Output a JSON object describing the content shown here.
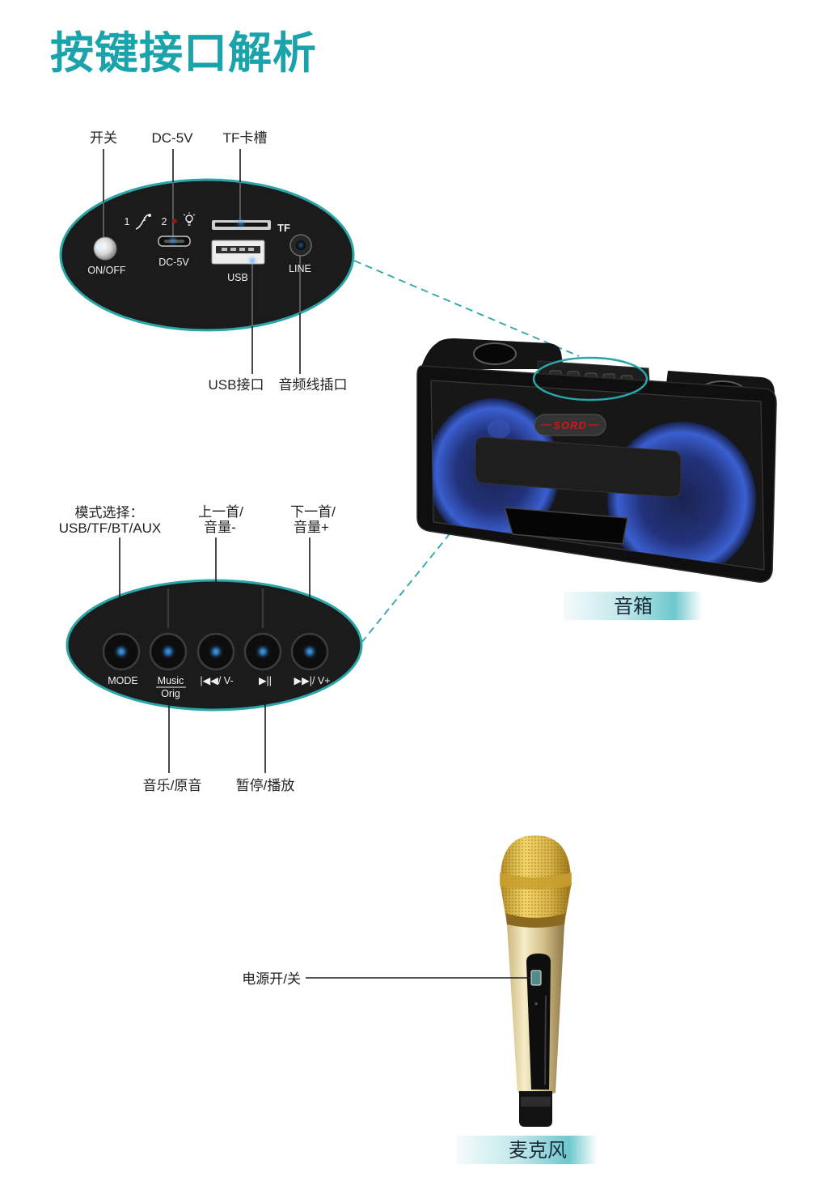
{
  "title": "按键接口解析",
  "colors": {
    "accent": "#1aa3aa",
    "panel": "#1b1b1b",
    "panel_border": "#2aa5a8",
    "leader": "#1a1a1a",
    "indicator_blue": "#3aa0ff",
    "speaker_blue": "#3a5fd0",
    "logo_red": "#d0161c",
    "mic_gold": "#e8c64a"
  },
  "port_panel": {
    "top_labels": {
      "power": "开关",
      "dc": "DC-5V",
      "tf_slot": "TF卡槽"
    },
    "bottom_labels": {
      "usb": "USB接口",
      "line": "音频线插口"
    },
    "panel_text": {
      "on_off": "ON/OFF",
      "channel_1": "1",
      "channel_2": "2",
      "dc": "DC-5V",
      "tf": "TF",
      "usb": "USB",
      "line": "LINE"
    },
    "icons": {
      "channel_1": "microphone-icon",
      "channel_2": "bulb-icon"
    }
  },
  "button_panel": {
    "top_labels": {
      "mode_line1": "模式选择：",
      "mode_line2": "USB/TF/BT/AUX",
      "prev_line1": "上一首/",
      "prev_line2": "音量-",
      "next_line1": "下一首/",
      "next_line2": "音量+"
    },
    "buttons": [
      {
        "label": "MODE"
      },
      {
        "label": "Music",
        "label2": "Orig"
      },
      {
        "label": "|◀◀/ V-"
      },
      {
        "label": "▶||"
      },
      {
        "label": "▶▶|/ V+"
      }
    ],
    "bottom_labels": {
      "music": "音乐/原音",
      "play": "暂停/播放"
    }
  },
  "speaker": {
    "label": "音箱",
    "logo": "SORD"
  },
  "microphone": {
    "power_label": "电源开/关",
    "label": "麦克风"
  }
}
